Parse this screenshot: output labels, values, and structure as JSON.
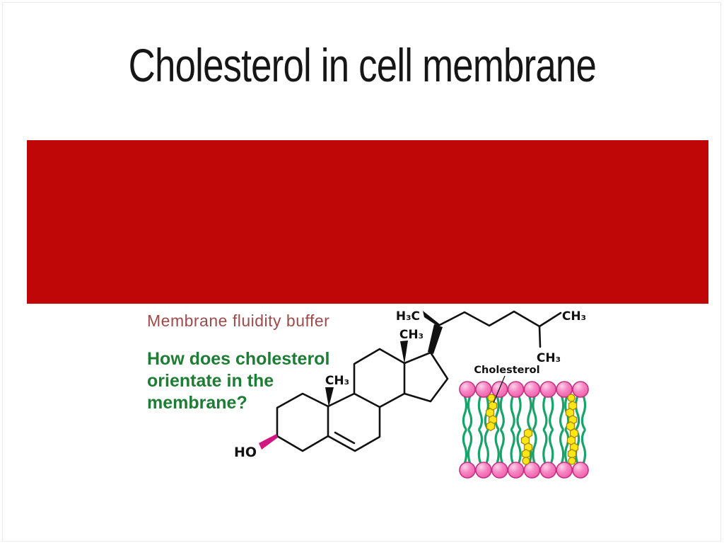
{
  "slide": {
    "title": "Cholesterol in cell membrane",
    "background": "#ffffff"
  },
  "banner": {
    "color": "#c00707"
  },
  "figure": {
    "caption": "Membrane fluidity buffer",
    "caption_color": "#9d4b4b",
    "question_lines": [
      "How does cholesterol",
      "orientate in the",
      "membrane?"
    ],
    "question_color": "#1e7c35",
    "labels": {
      "h3c": "H₃C",
      "ch3_angular_c18": "CH₃",
      "ch3_angular_c19": "CH₃",
      "ch3_isopropyl_top": "CH₃",
      "ch3_isopropyl_bottom": "CH₃",
      "hydroxyl": "HO",
      "membrane_pointer": "Cholesterol"
    },
    "colors": {
      "bond": "#111111",
      "hydroxyl": "#d01880",
      "lipid_head": "#f06eb4",
      "lipid_head_outline": "#c53084",
      "lipid_tail": "#17a36a",
      "cholesterol_fill": "#ffe616",
      "cholesterol_outline": "#a38a00"
    },
    "membrane": {
      "phospholipids_per_leaflet": 8,
      "leaflets": 2,
      "cholesterol_top_x": [
        695,
        808
      ],
      "cholesterol_bottom_x": [
        745,
        810
      ]
    }
  }
}
